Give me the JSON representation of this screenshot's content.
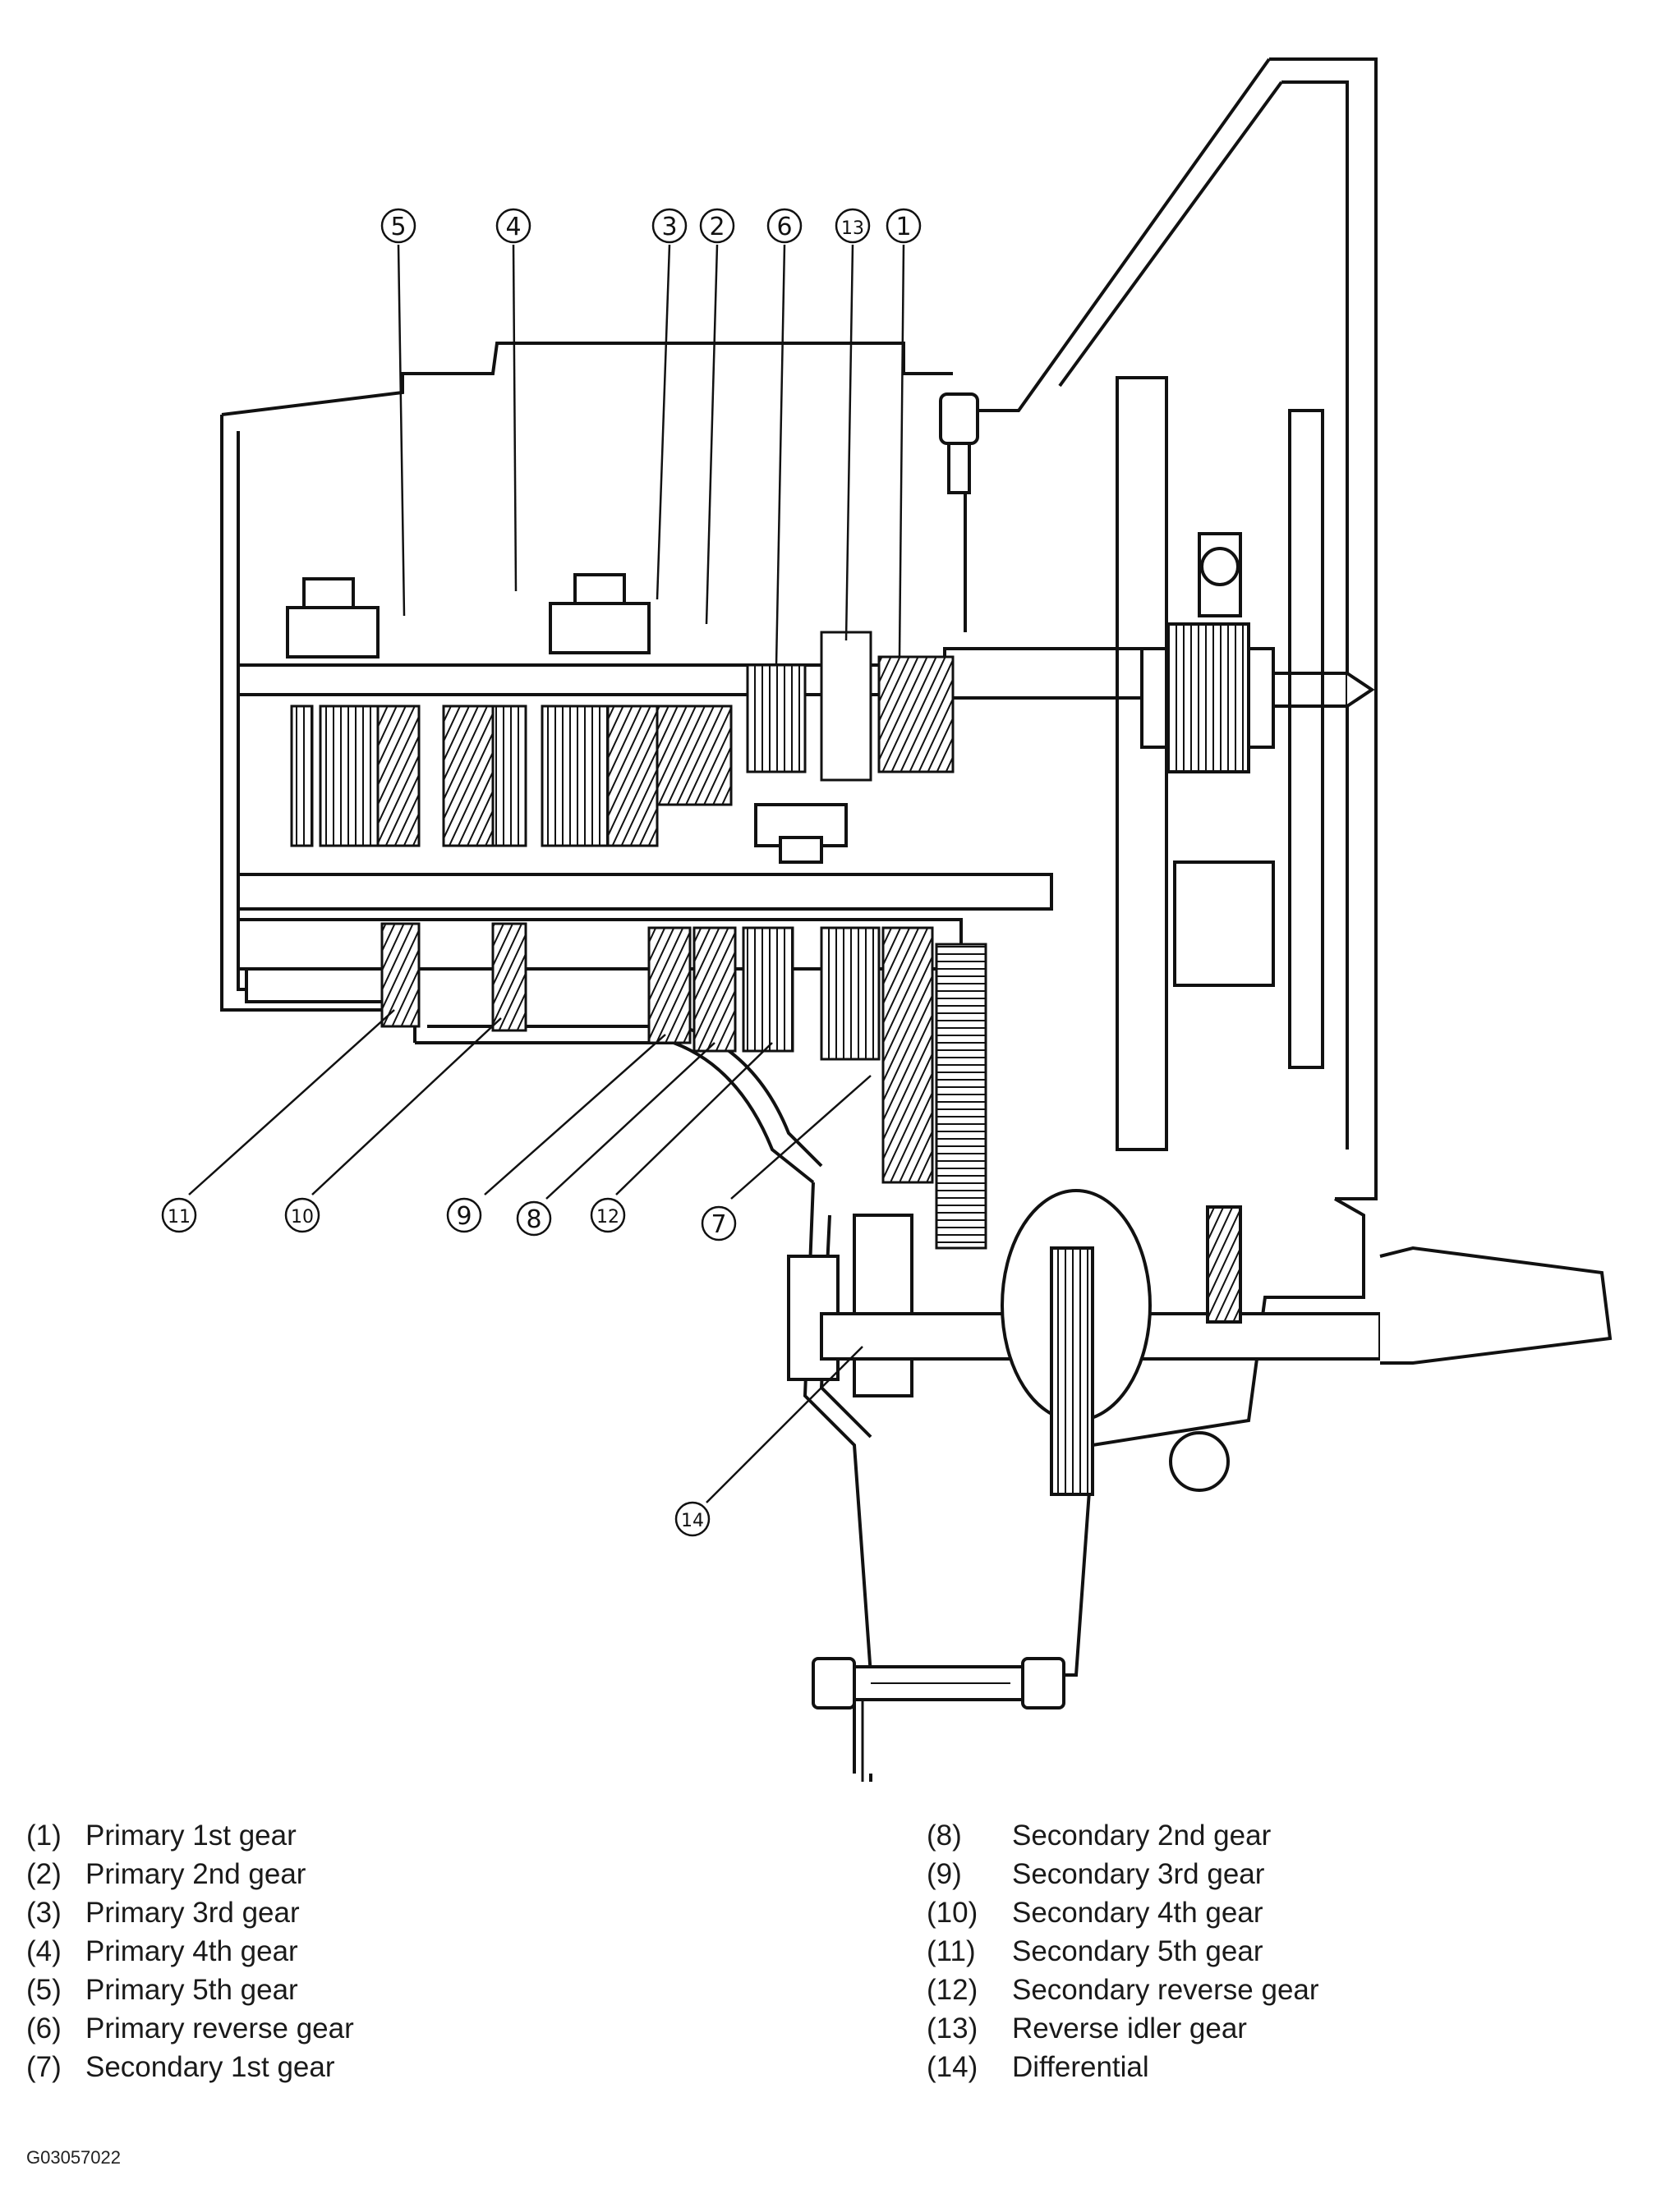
{
  "callouts": [
    "5",
    "4",
    "3",
    "2",
    "6",
    "13",
    "1",
    "11",
    "10",
    "9",
    "8",
    "12",
    "7",
    "14"
  ],
  "legend": {
    "left": [
      {
        "num": "(1)",
        "label": "Primary 1st gear"
      },
      {
        "num": "(2)",
        "label": "Primary 2nd gear"
      },
      {
        "num": "(3)",
        "label": "Primary 3rd gear"
      },
      {
        "num": "(4)",
        "label": "Primary 4th gear"
      },
      {
        "num": "(5)",
        "label": "Primary 5th gear"
      },
      {
        "num": "(6)",
        "label": "Primary reverse gear"
      },
      {
        "num": "(7)",
        "label": "Secondary 1st gear"
      }
    ],
    "right": [
      {
        "num": "(8)",
        "label": "Secondary 2nd gear"
      },
      {
        "num": "(9)",
        "label": "Secondary 3rd gear"
      },
      {
        "num": "(10)",
        "label": "Secondary 4th gear"
      },
      {
        "num": "(11)",
        "label": "Secondary 5th gear"
      },
      {
        "num": "(12)",
        "label": "Secondary reverse gear"
      },
      {
        "num": "(13)",
        "label": "Reverse idler gear"
      },
      {
        "num": "(14)",
        "label": "Differential"
      }
    ]
  },
  "figure_code": "G03057022"
}
